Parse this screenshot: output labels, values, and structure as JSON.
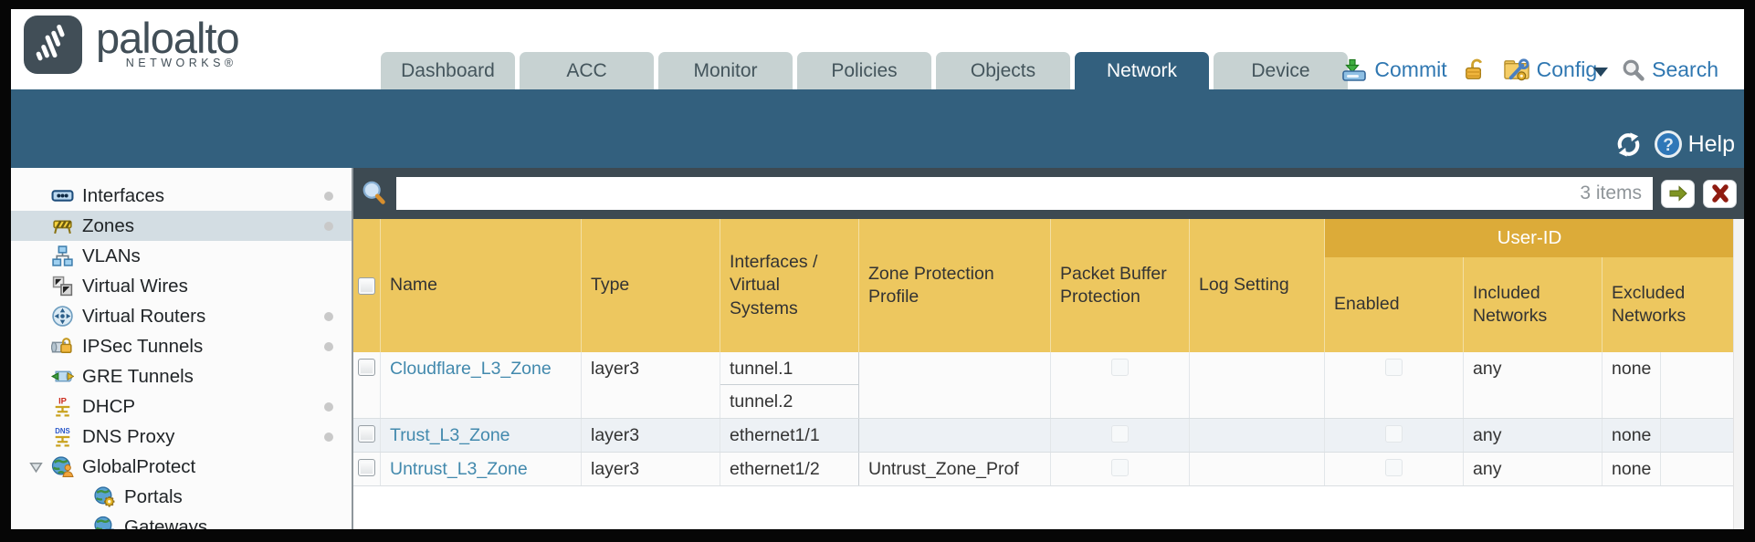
{
  "colors": {
    "accent_teal": "#33607e",
    "header_gold": "#edc75f",
    "userid_band_gold": "#dcab39",
    "top_link_blue": "#2f77b1",
    "row_link_blue": "#4289ad",
    "filterbar_dark": "#3d4a52"
  },
  "brand": {
    "logo_text": "paloalto",
    "logo_sub": "NETWORKS®",
    "logo_icon": "paloalto-waves-icon"
  },
  "nav": {
    "tabs": [
      {
        "label": "Dashboard",
        "active": false
      },
      {
        "label": "ACC",
        "active": false
      },
      {
        "label": "Monitor",
        "active": false
      },
      {
        "label": "Policies",
        "active": false
      },
      {
        "label": "Objects",
        "active": false
      },
      {
        "label": "Network",
        "active": true
      },
      {
        "label": "Device",
        "active": false
      }
    ],
    "actions": {
      "commit_label": "Commit",
      "config_label": "Config",
      "search_label": "Search"
    }
  },
  "toolbar": {
    "help_label": "Help"
  },
  "sidebar": {
    "items": [
      {
        "label": "Interfaces",
        "icon": "interfaces-icon",
        "dot": true
      },
      {
        "label": "Zones",
        "icon": "zones-icon",
        "dot": true,
        "selected": true
      },
      {
        "label": "VLANs",
        "icon": "vlans-icon"
      },
      {
        "label": "Virtual Wires",
        "icon": "virtual-wires-icon"
      },
      {
        "label": "Virtual Routers",
        "icon": "virtual-routers-icon",
        "dot": true
      },
      {
        "label": "IPSec Tunnels",
        "icon": "ipsec-tunnels-icon",
        "dot": true
      },
      {
        "label": "GRE Tunnels",
        "icon": "gre-tunnels-icon"
      },
      {
        "label": "DHCP",
        "icon": "dhcp-icon",
        "dot": true
      },
      {
        "label": "DNS Proxy",
        "icon": "dns-proxy-icon",
        "dot": true
      },
      {
        "label": "GlobalProtect",
        "icon": "globalprotect-icon",
        "expanded": true
      },
      {
        "label": "Portals",
        "icon": "portals-icon",
        "indent": true
      },
      {
        "label": "Gateways",
        "icon": "gateways-icon",
        "indent": true
      }
    ]
  },
  "filterbar": {
    "search_value": "",
    "items_count": "3 items"
  },
  "table": {
    "group_header": "User-ID",
    "columns": [
      "",
      "Name",
      "Type",
      "Interfaces / Virtual Systems",
      "Zone Protection Profile",
      "Packet Buffer Protection",
      "Log Setting",
      "Enabled",
      "Included Networks",
      "Excluded Networks"
    ],
    "rows": [
      {
        "name": "Cloudflare_L3_Zone",
        "type": "layer3",
        "interfaces": [
          "tunnel.1",
          "tunnel.2"
        ],
        "zone_protection_profile": "",
        "packet_buffer_protection": false,
        "log_setting": "",
        "enabled": false,
        "included_networks": "any",
        "excluded_networks": "none"
      },
      {
        "name": "Trust_L3_Zone",
        "type": "layer3",
        "interfaces": [
          "ethernet1/1"
        ],
        "zone_protection_profile": "",
        "packet_buffer_protection": false,
        "log_setting": "",
        "enabled": false,
        "included_networks": "any",
        "excluded_networks": "none"
      },
      {
        "name": "Untrust_L3_Zone",
        "type": "layer3",
        "interfaces": [
          "ethernet1/2"
        ],
        "zone_protection_profile": "Untrust_Zone_Prof",
        "packet_buffer_protection": false,
        "log_setting": "",
        "enabled": false,
        "included_networks": "any",
        "excluded_networks": "none"
      }
    ]
  }
}
